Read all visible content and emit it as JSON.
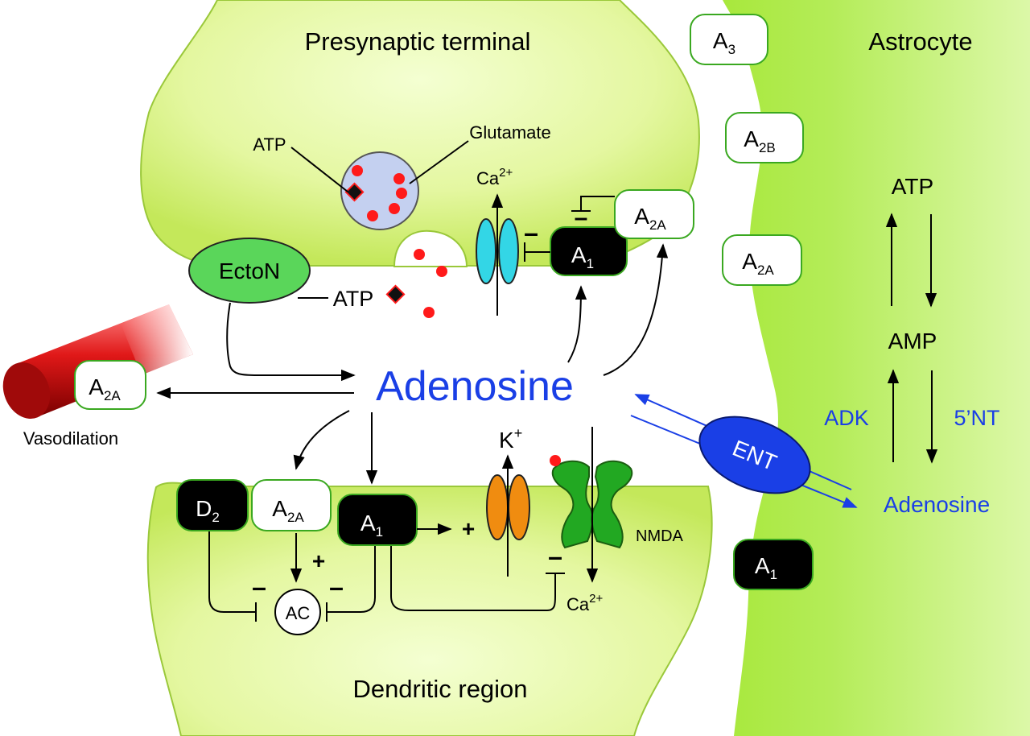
{
  "labels": {
    "presynaptic": "Presynaptic terminal",
    "astrocyte": "Astrocyte",
    "dendritic": "Dendritic region",
    "adenosine_center": "Adenosine",
    "adenosine_astro": "Adenosine",
    "vasodilation": "Vasodilation",
    "ectonucleotidase": "EctoN",
    "ent": "ENT",
    "atp_vesicle": "ATP",
    "glutamate": "Glutamate",
    "atp_release": "ATP",
    "atp_astro": "ATP",
    "amp_astro": "AMP",
    "adk": "ADK",
    "nt5": "5’NT",
    "nmda": "NMDA",
    "ac": "AC",
    "ca_top_base": "Ca",
    "ca_top_sup": "2+",
    "ca_bottom_base": "Ca",
    "ca_bottom_sup": "2+",
    "k_base": "K",
    "k_sup": "+"
  },
  "receptors": {
    "a3_astro": {
      "base": "A",
      "sub": "3"
    },
    "a2b_astro": {
      "base": "A",
      "sub": "2B"
    },
    "a2a_astro": {
      "base": "A",
      "sub": "2A"
    },
    "a1_astro": {
      "base": "A",
      "sub": "1"
    },
    "a2a_pre": {
      "base": "A",
      "sub": "2A"
    },
    "a1_pre": {
      "base": "A",
      "sub": "1"
    },
    "a2a_vessel": {
      "base": "A",
      "sub": "2A"
    },
    "d2_post": {
      "base": "D",
      "sub": "2"
    },
    "a2a_post": {
      "base": "A",
      "sub": "2A"
    },
    "a1_post": {
      "base": "A",
      "sub": "1"
    }
  },
  "signs": {
    "pre_inhibit": "–",
    "pre_a2a_inhibit": "–",
    "plus_k": "+",
    "plus_ac": "+",
    "minus_ac_left": "–",
    "minus_ac_right": "–",
    "minus_nmda": "–"
  },
  "colors": {
    "neuron_fill": "#d8f28a",
    "astrocyte_fill": "#a8e83c",
    "receptor_outline": "#3aa820",
    "ectoN_fill": "#5ad65a",
    "ent_fill": "#1a3fe6",
    "adenosine_text": "#1a3fe6",
    "vesicle_fill": "#c4d0f0",
    "ca_channel": "#33d6e6",
    "k_channel": "#f08c10",
    "nmda_fill": "#22a822",
    "vessel": "#c41010",
    "release_dot": "#ff1a1a"
  }
}
